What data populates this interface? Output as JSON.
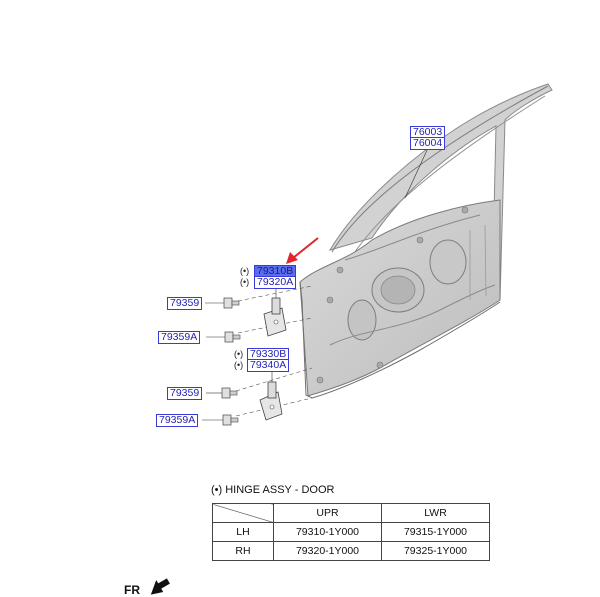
{
  "callouts": {
    "c76003": "76003",
    "c76004": "76004",
    "c79310b": "79310B",
    "c79320a": "79320A",
    "c79330b": "79330B",
    "c79340a": "79340A",
    "c79359_top": "79359",
    "c79359a_top": "79359A",
    "c79359_bot": "79359",
    "c79359a_bot": "79359A"
  },
  "star_mark": "(•)",
  "table": {
    "caption": "(•) HINGE ASSY - DOOR",
    "headers": [
      "",
      "UPR",
      "LWR"
    ],
    "rows": [
      {
        "side": "LH",
        "upr": "79310-1Y000",
        "lwr": "79315-1Y000"
      },
      {
        "side": "RH",
        "upr": "79320-1Y000",
        "lwr": "79325-1Y000"
      }
    ]
  },
  "direction_label": "FR",
  "colors": {
    "callout_border": "#3a3ad8",
    "callout_text": "#2323b4",
    "highlight": "#5a6cf0",
    "pointer_arrow": "#e0262a"
  },
  "icons": {
    "pointer": "red-pointer-arrow",
    "front": "front-direction-arrow"
  }
}
